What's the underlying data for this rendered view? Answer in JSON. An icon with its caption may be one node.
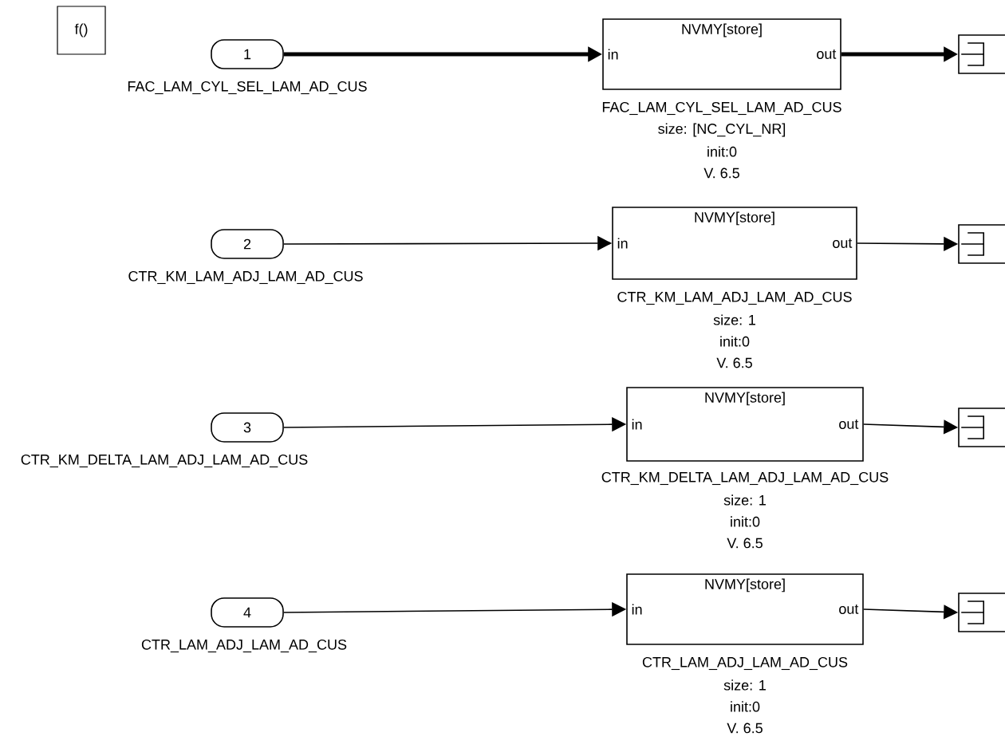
{
  "diagram": {
    "nodes": [
      {
        "text": [
          "f()"
        ]
      },
      {
        "text": [
          "1"
        ],
        "beside": [
          "FAC_LAM_CYL_SEL_LAM_AD_CUS"
        ]
      },
      {
        "text": [
          "NVMY[store]",
          "in",
          "out"
        ],
        "beside": [
          "FAC_LAM_CYL_SEL_LAM_AD_CUS",
          "size: [NC_CYL_NR]",
          "init:0",
          "V. 6.5"
        ]
      },
      {
        "text": [],
        "shape": "box"
      },
      {
        "text": [
          "2"
        ],
        "beside": [
          "CTR_KM_LAM_ADJ_LAM_AD_CUS"
        ]
      },
      {
        "text": [
          "NVMY[store]",
          "in",
          "out"
        ],
        "beside": [
          "CTR_KM_LAM_ADJ_LAM_AD_CUS",
          "size: 1",
          "init:0",
          "V. 6.5"
        ]
      },
      {
        "text": [],
        "shape": "box"
      },
      {
        "text": [
          "3"
        ],
        "beside": [
          "CTR_KM_DELTA_LAM_ADJ_LAM_AD_CUS"
        ]
      },
      {
        "text": [
          "NVMY[store]",
          "in",
          "out"
        ],
        "beside": [
          "CTR_KM_DELTA_LAM_ADJ_LAM_AD_CUS",
          "size: 1",
          "init:0",
          "V. 6.5"
        ]
      },
      {
        "text": [],
        "shape": "box"
      },
      {
        "text": [
          "4"
        ],
        "beside": [
          "CTR_LAM_ADJ_LAM_AD_CUS"
        ]
      },
      {
        "text": [
          "NVMY[store]",
          "in",
          "out"
        ],
        "beside": [
          "CTR_LAM_ADJ_LAM_AD_CUS",
          "size: 1",
          "init:0",
          "V. 6.5"
        ]
      },
      {
        "text": [],
        "shape": "box"
      }
    ],
    "edges": [
      {
        "from": 1,
        "to": 2,
        "arrow": "to",
        "style": "thick"
      },
      {
        "from": 2,
        "to": 3,
        "arrow": "to",
        "style": "thick"
      },
      {
        "from": 4,
        "to": 5,
        "arrow": "to"
      },
      {
        "from": 5,
        "to": 6,
        "arrow": "to"
      },
      {
        "from": 7,
        "to": 8,
        "arrow": "to"
      },
      {
        "from": 8,
        "to": 9,
        "arrow": "to"
      },
      {
        "from": 10,
        "to": 11,
        "arrow": "to"
      },
      {
        "from": 11,
        "to": 12,
        "arrow": "to"
      }
    ]
  }
}
